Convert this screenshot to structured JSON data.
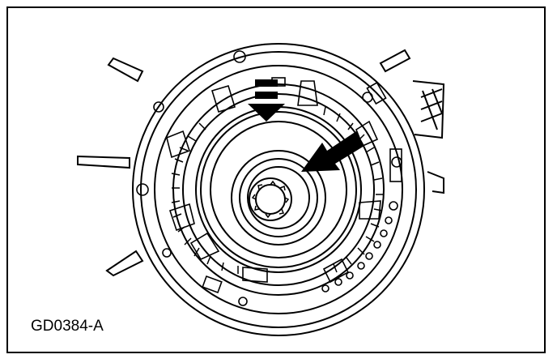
{
  "figure": {
    "id_label": "GD0384-A"
  },
  "colors": {
    "line": "#000000",
    "background": "#ffffff"
  },
  "callouts": {
    "straight_arrow": "arrow-down-dashed",
    "angled_arrow": "arrow-pointing-down-left"
  }
}
